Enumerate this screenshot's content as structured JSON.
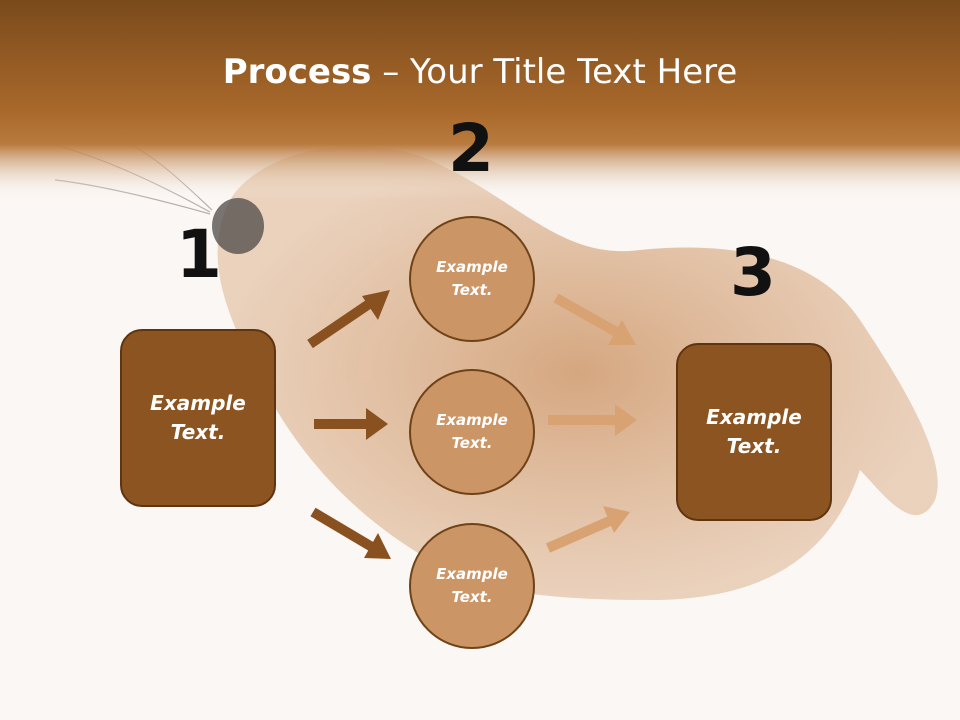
{
  "title": {
    "bold": "Process",
    "rest": " – Your Title Text Here"
  },
  "steps": {
    "one": "1",
    "two": "2",
    "three": "3"
  },
  "left_box": {
    "line1": "Example",
    "line2": "Text."
  },
  "circles": [
    {
      "line1": "Example",
      "line2": "Text."
    },
    {
      "line1": "Example",
      "line2": "Text."
    },
    {
      "line1": "Example",
      "line2": "Text."
    }
  ],
  "right_box": {
    "line1": "Example",
    "line2": "Text."
  },
  "colors": {
    "dark_brown": "#8c5420",
    "circle_tan": "#cc9566",
    "arrow_dark": "#8a5120",
    "arrow_light": "#d9a273"
  },
  "icons": {
    "background": "plush-seal-photo"
  }
}
